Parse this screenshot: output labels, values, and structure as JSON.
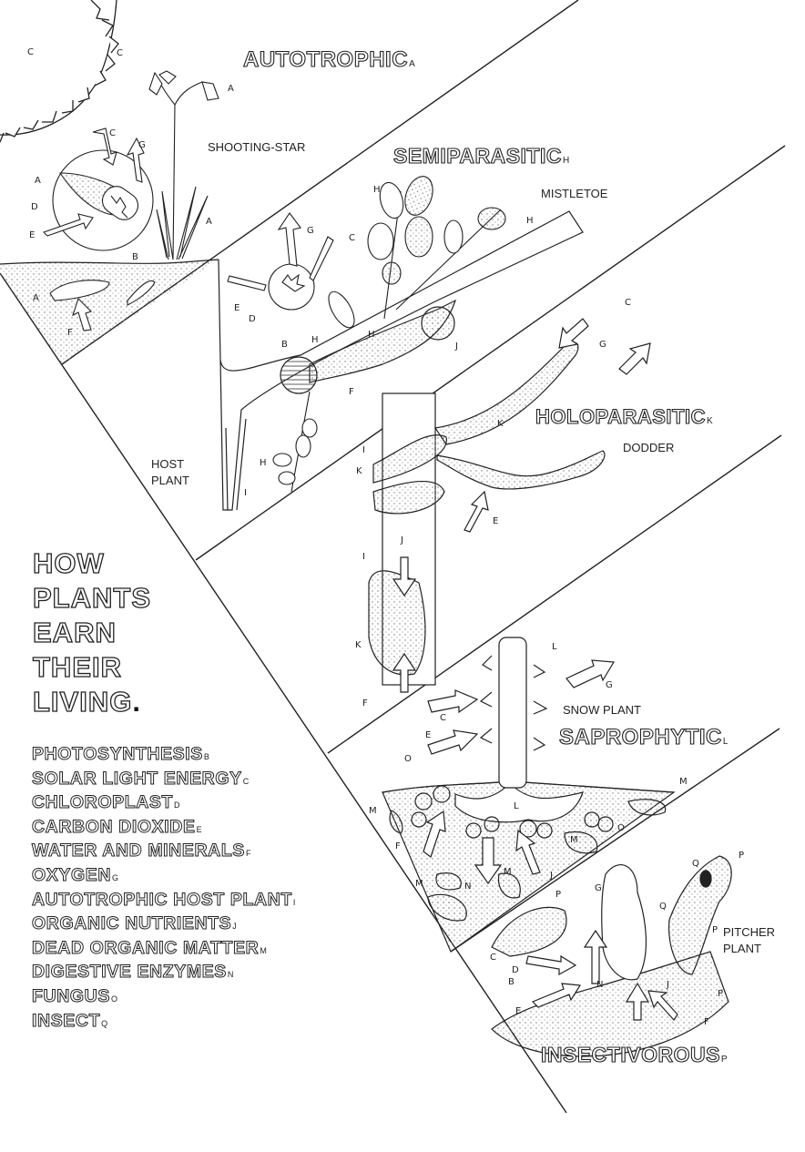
{
  "main_title": {
    "lines": [
      "HOW",
      "PLANTS",
      "EARN",
      "THEIR",
      "LIVING"
    ],
    "trailing_punct": "."
  },
  "panels": {
    "autotrophic": {
      "title": "AUTOTROPHIC",
      "subscript": "A",
      "plant_name": "SHOOTING-STAR"
    },
    "semiparasitic": {
      "title": "SEMIPARASITIC",
      "subscript": "H",
      "plant_name": "MISTLETOE",
      "host_label_1": "HOST",
      "host_label_2": "PLANT"
    },
    "holoparasitic": {
      "title": "HOLOPARASITIC",
      "subscript": "K",
      "plant_name": "DODDER"
    },
    "saprophytic": {
      "title": "SAPROPHYTIC",
      "subscript": "L",
      "plant_name": "SNOW PLANT"
    },
    "insectivorous": {
      "title": "INSECTIVOROUS",
      "subscript": "P",
      "plant_name_1": "PITCHER",
      "plant_name_2": "PLANT"
    }
  },
  "legend": [
    {
      "label": "PHOTOSYNTHESIS",
      "key": "B"
    },
    {
      "label": "SOLAR LIGHT ENERGY",
      "key": "C"
    },
    {
      "label": "CHLOROPLAST",
      "key": "D"
    },
    {
      "label": "CARBON DIOXIDE",
      "key": "E"
    },
    {
      "label": "WATER AND MINERALS",
      "key": "F"
    },
    {
      "label": "OXYGEN",
      "key": "G"
    },
    {
      "label": "AUTOTROPHIC HOST PLANT",
      "key": "I"
    },
    {
      "label": "ORGANIC NUTRIENTS",
      "key": "J"
    },
    {
      "label": "DEAD ORGANIC MATTER",
      "key": "M"
    },
    {
      "label": "DIGESTIVE ENZYMES",
      "key": "N"
    },
    {
      "label": "FUNGUS",
      "key": "O"
    },
    {
      "label": "INSECT",
      "key": "Q"
    }
  ],
  "diagram_letters": {
    "autotrophic": [
      "C",
      "C",
      "A",
      "C",
      "G",
      "A",
      "D",
      "E",
      "B",
      "A",
      "A",
      "F"
    ],
    "semiparasitic": [
      "H",
      "H",
      "G",
      "C",
      "E",
      "D",
      "B",
      "H",
      "H",
      "J",
      "F",
      "H",
      "I"
    ],
    "holoparasitic": [
      "C",
      "G",
      "K",
      "K",
      "I",
      "E",
      "I",
      "J",
      "K",
      "F"
    ],
    "saprophytic": [
      "L",
      "G",
      "C",
      "E",
      "O",
      "M",
      "M",
      "L",
      "F",
      "O",
      "M",
      "M",
      "N",
      "M",
      "J"
    ],
    "insectivorous": [
      "P",
      "G",
      "Q",
      "P",
      "Q",
      "P",
      "C",
      "D",
      "B",
      "N",
      "J",
      "P",
      "E",
      "F"
    ]
  },
  "colors": {
    "ink": "#222222",
    "paper": "#ffffff",
    "stipple": "#9a9a9a"
  }
}
